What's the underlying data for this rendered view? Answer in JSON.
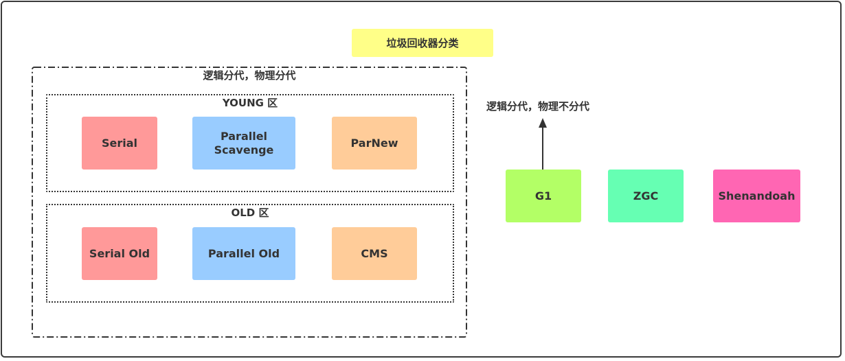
{
  "diagram": {
    "title": "垃圾回收器分类",
    "generational_group": {
      "label": "逻辑分代，物理分代",
      "young_region": {
        "label": "YOUNG 区",
        "collectors": [
          {
            "label": "Serial",
            "color": "#ff9999"
          },
          {
            "label": "Parallel Scavenge",
            "color": "#99ccff"
          },
          {
            "label": "ParNew",
            "color": "#ffcc99"
          }
        ]
      },
      "old_region": {
        "label": "OLD 区",
        "collectors": [
          {
            "label": "Serial Old",
            "color": "#ff9999"
          },
          {
            "label": "Parallel Old",
            "color": "#99ccff"
          },
          {
            "label": "CMS",
            "color": "#ffcc99"
          }
        ]
      }
    },
    "non_generational": {
      "annotation": "逻辑分代，物理不分代",
      "collectors": [
        {
          "label": "G1",
          "color": "#b3ff66"
        },
        {
          "label": "ZGC",
          "color": "#66ffb3"
        },
        {
          "label": "Shenandoah",
          "color": "#ff66b3"
        }
      ]
    },
    "colors": {
      "title_background": "#ffff88",
      "border": "#333333"
    }
  }
}
